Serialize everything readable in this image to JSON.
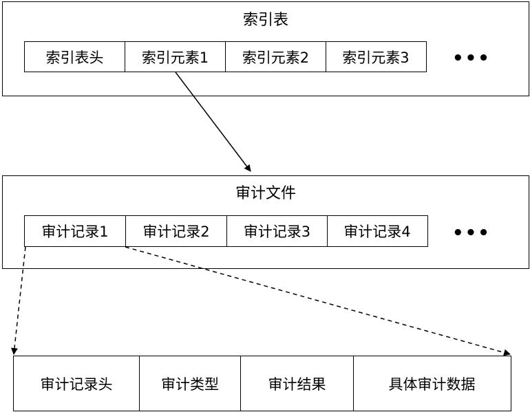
{
  "index_table": {
    "title": "索引表",
    "cells": [
      "索引表头",
      "索引元素1",
      "索引元素2",
      "索引元素3"
    ],
    "ellipsis": "•••"
  },
  "audit_file": {
    "title": "审计文件",
    "cells": [
      "审计记录1",
      "审计记录2",
      "审计记录3",
      "审计记录4"
    ],
    "ellipsis": "•••"
  },
  "audit_record": {
    "cells": [
      "审计记录头",
      "审计类型",
      "审计结果",
      "具体审计数据"
    ]
  }
}
